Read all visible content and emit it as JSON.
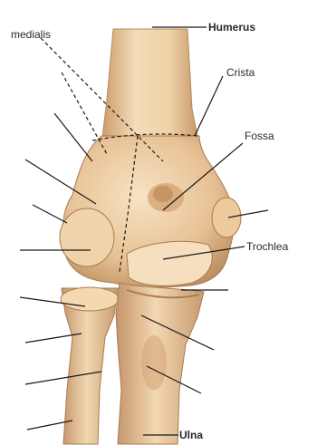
{
  "labels": {
    "humerus": "Humerus",
    "medialis": "medialis",
    "crista": "Crista",
    "fossa": "Fossa",
    "trochlea": "Trochlea",
    "ulna": "Ulna"
  },
  "colors": {
    "bone_light": "#f3d9b4",
    "bone_mid": "#e2b98a",
    "bone_shadow": "#b98a5c",
    "line": "#1a1a1a"
  }
}
